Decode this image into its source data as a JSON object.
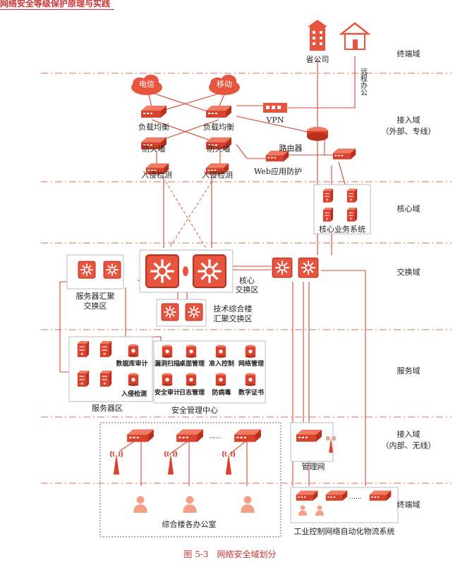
{
  "header": "网络安全等级保护原理与实践",
  "caption": "图 5-3　网络安全域划分",
  "domains": {
    "terminal_top": "终端域",
    "access_ext": "接入域",
    "access_ext_sub": "（外部、专线）",
    "core": "核心域",
    "exchange": "交换域",
    "service": "服务域",
    "access_int": "接入域",
    "access_int_sub": "（内部、无线）",
    "terminal_bottom": "终端域"
  },
  "labels": {
    "provincial": "省公司",
    "remote_office": "远程办公",
    "telecom": "电信",
    "mobile": "移动",
    "vpn": "VPN",
    "lb1": "负载均衡",
    "lb2": "负载均衡",
    "fw1": "防火墙",
    "fw2": "防火墙",
    "ids1": "入侵检测",
    "ids2": "入侵检测",
    "router": "路由器",
    "waf": "Web应用防护",
    "core_business": "核心业务系统",
    "server_agg": "服务器汇聚",
    "server_agg2": "交换区",
    "core_sw": "核心",
    "core_sw2": "交换区",
    "tech_bldg": "技术综合楼",
    "tech_bldg2": "汇聚交换区",
    "db_audit": "数据库审计",
    "ids_srv": "入侵检测",
    "server_zone": "服务器区",
    "vuln_scan": "漏洞扫描",
    "desktop_mgmt": "桌面管理",
    "access_ctrl": "准入控制",
    "net_mgmt": "网络管理",
    "sec_audit": "安全审计",
    "log_mgmt": "日志管理",
    "antivirus": "防病毒",
    "digital_cert": "数字证书",
    "sec_center": "安全管理中心",
    "mgmt_net": "管理网",
    "dots": "......",
    "offices": "综合楼各办公室",
    "ics": "工业控制网络自动化物流系统"
  }
}
